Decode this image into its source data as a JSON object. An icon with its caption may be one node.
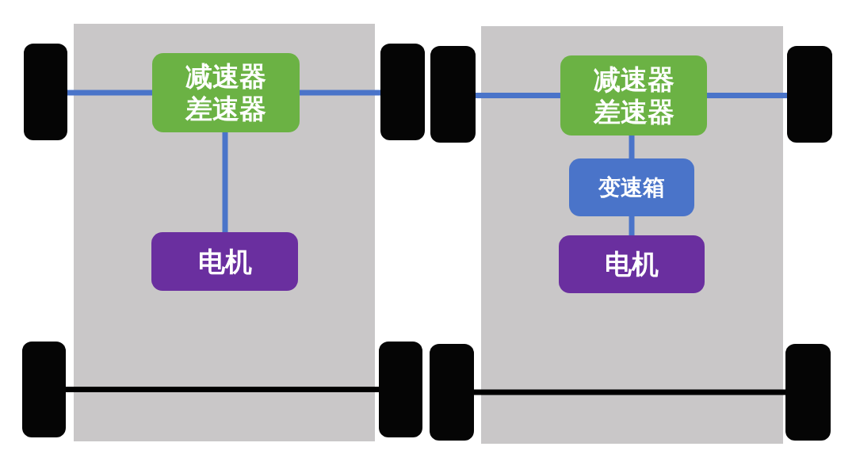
{
  "diagram": {
    "nodes": [
      {
        "text": [],
        "shape": "box"
      },
      {
        "text": [],
        "shape": "wheel"
      },
      {
        "text": [
          "减速器差速器"
        ],
        "in": 0
      },
      {
        "text": [],
        "shape": "wheel"
      },
      {
        "text": [
          "电机"
        ],
        "in": 0
      },
      {
        "text": [],
        "shape": "wheel"
      },
      {
        "text": [],
        "shape": "wheel"
      },
      {
        "text": [],
        "shape": "box"
      },
      {
        "text": [],
        "shape": "wheel"
      },
      {
        "text": [
          "减速器差速器"
        ],
        "in": 7
      },
      {
        "text": [],
        "shape": "wheel"
      },
      {
        "text": [
          "变速箱"
        ],
        "in": 7
      },
      {
        "text": [
          "电机"
        ],
        "in": 7
      },
      {
        "text": [],
        "shape": "wheel"
      },
      {
        "text": [],
        "shape": "wheel"
      }
    ],
    "edges": [
      {
        "from": 1,
        "to": 2,
        "arrow": "none"
      },
      {
        "from": 2,
        "to": 3,
        "arrow": "none"
      },
      {
        "from": 2,
        "to": 4,
        "arrow": "none"
      },
      {
        "from": 5,
        "to": 6,
        "arrow": "none",
        "color": "#000000"
      },
      {
        "from": 8,
        "to": 9,
        "arrow": "none"
      },
      {
        "from": 9,
        "to": 10,
        "arrow": "none"
      },
      {
        "from": 9,
        "to": 11,
        "arrow": "none"
      },
      {
        "from": 11,
        "to": 12,
        "arrow": "none"
      },
      {
        "from": 13,
        "to": 14,
        "arrow": "none",
        "color": "#000000"
      }
    ]
  }
}
